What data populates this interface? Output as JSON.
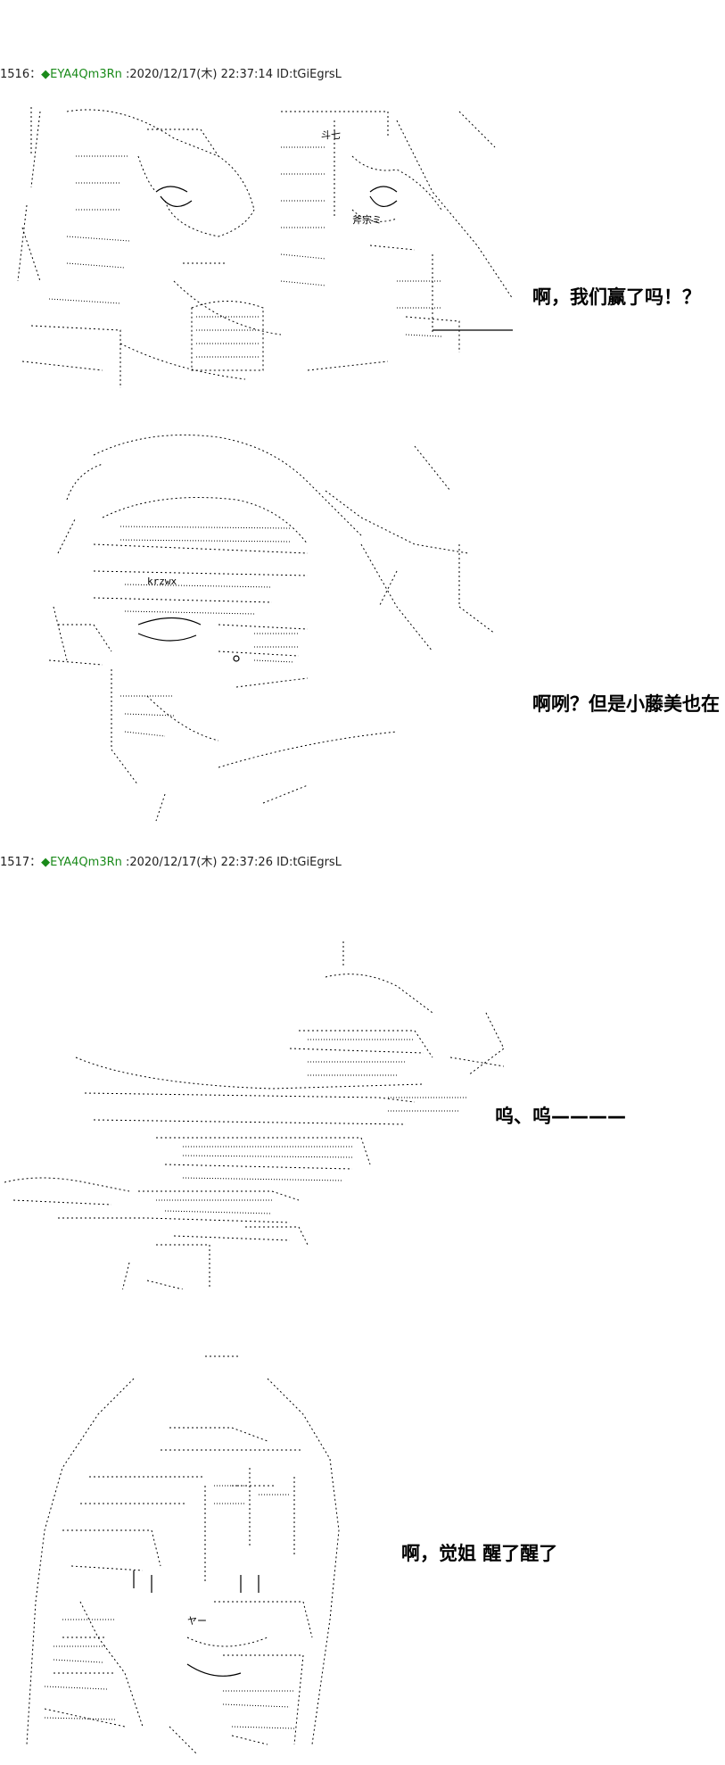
{
  "posts": [
    {
      "number": "1516",
      "separator": "：",
      "trip": "◆EYA4Qm3Rn",
      "meta": " :2020/12/17(木) 22:37:14 ID:tGiEgrsL"
    },
    {
      "number": "1517",
      "separator": "：",
      "trip": "◆EYA4Qm3Rn",
      "meta": " :2020/12/17(木) 22:37:26 ID:tGiEgrsL"
    }
  ],
  "captions": {
    "panel1": "啊，我们赢了吗！？",
    "panel2": "啊咧？但是小藤美也在",
    "panel3": "呜、呜————",
    "panel4": "啊，觉姐 醒了醒了"
  },
  "art_text": {
    "p1_label_a": "斗七",
    "p1_label_b": "斧宗ミ",
    "p2_label": "krzwx",
    "p4_label": "ヤー"
  }
}
